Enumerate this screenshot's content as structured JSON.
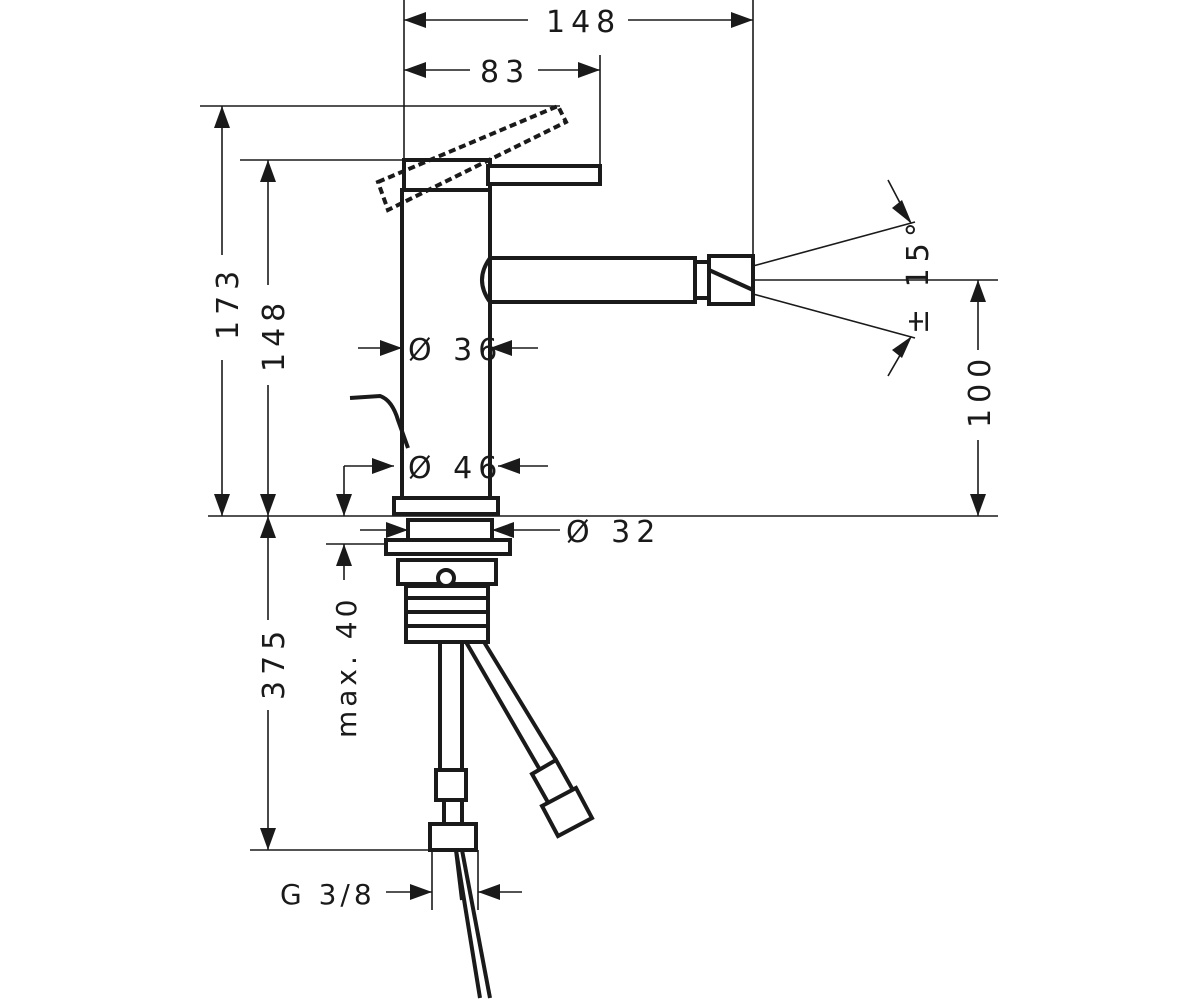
{
  "drawing": {
    "dimensions": {
      "overall_width": "148",
      "lever_reach": "83",
      "total_height": "173",
      "body_height": "148",
      "spout_diameter": "Ø 36",
      "base_diameter": "Ø 46",
      "shank_diameter": "Ø 32",
      "spout_angle": "± 15°",
      "spout_height": "100",
      "hose_length": "375",
      "counter_thickness": "max. 40",
      "connection": "G 3/8"
    }
  }
}
